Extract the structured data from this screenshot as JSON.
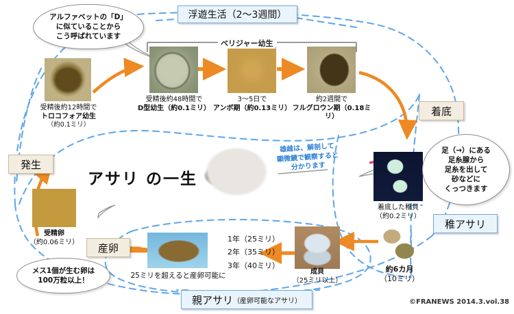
{
  "title": "アサリ の一生",
  "credit": "©FRANEWS 2014.3.vol.38",
  "stage_labels": {
    "planktonic": "浮遊生活（2～3週間）",
    "settlement": "着底",
    "juvenile": "稚アサリ",
    "adult_main": "親アサリ",
    "adult_sub": "（産卵可能なアサリ）",
    "development": "発生",
    "spawning": "産卵"
  },
  "bracket": {
    "veliger": "ベリジャー幼生"
  },
  "balloons": {
    "d_shape": "アルファベットの「D」\nに似ていることから\nこう呼ばれています",
    "byssus": "足（→）にある\n足糸腺から\n足糸を出して\n砂などに\nくっつきます",
    "eggs": "メス1個が生む卵は\n100万粒以上！"
  },
  "blue_note": "雄雌は、解剖して\n顕微鏡で観察すると\n分かります",
  "specimens": [
    {
      "id": "trochophore",
      "line1": "受精後約12時間で",
      "line2": "トロコフォア幼生",
      "line3": "（約0.1ミリ）"
    },
    {
      "id": "d-larva",
      "line1": "受精後約48時間で",
      "line2": "D型幼生（約0.1ミリ）",
      "line3": ""
    },
    {
      "id": "umbo",
      "line1": "3～5日で",
      "line2": "アンボ期（約0.13ミリ）",
      "line3": ""
    },
    {
      "id": "fullgrown",
      "line1": "約2週間で",
      "line2": "フルグロウン期（0.18ミリ）",
      "line3": ""
    },
    {
      "id": "settled-spat",
      "line1": "着底した稚貝",
      "line2": "（約0.2ミリ）",
      "line3": ""
    },
    {
      "id": "six-month",
      "line1": "約6カ月",
      "line2": "（10ミリ）",
      "line3": ""
    },
    {
      "id": "adult-clam",
      "line1": "成貝",
      "line2": "（25ミリ以上）",
      "line3": ""
    },
    {
      "id": "spawning-clam",
      "line1": "25ミリを超えると産卵可能に",
      "line2": "",
      "line3": ""
    },
    {
      "id": "fertilized-egg",
      "line1": "受精卵",
      "line2": "（約0.06ミリ）",
      "line3": ""
    }
  ],
  "growth_table": {
    "rows": [
      "1年（25ミリ）",
      "2年（35ミリ）",
      "3年（40ミリ）"
    ]
  },
  "colors": {
    "arrow_orange": "#ED8A23",
    "cycle_blue": "#62A8E8",
    "pink_arrow": "#EE3D7B",
    "blue_box_fill": "#EAF4FC",
    "blue_box_border": "#6FA8DC",
    "beige_box_fill": "#F3ECE0",
    "beige_box_border": "#C9B896"
  }
}
